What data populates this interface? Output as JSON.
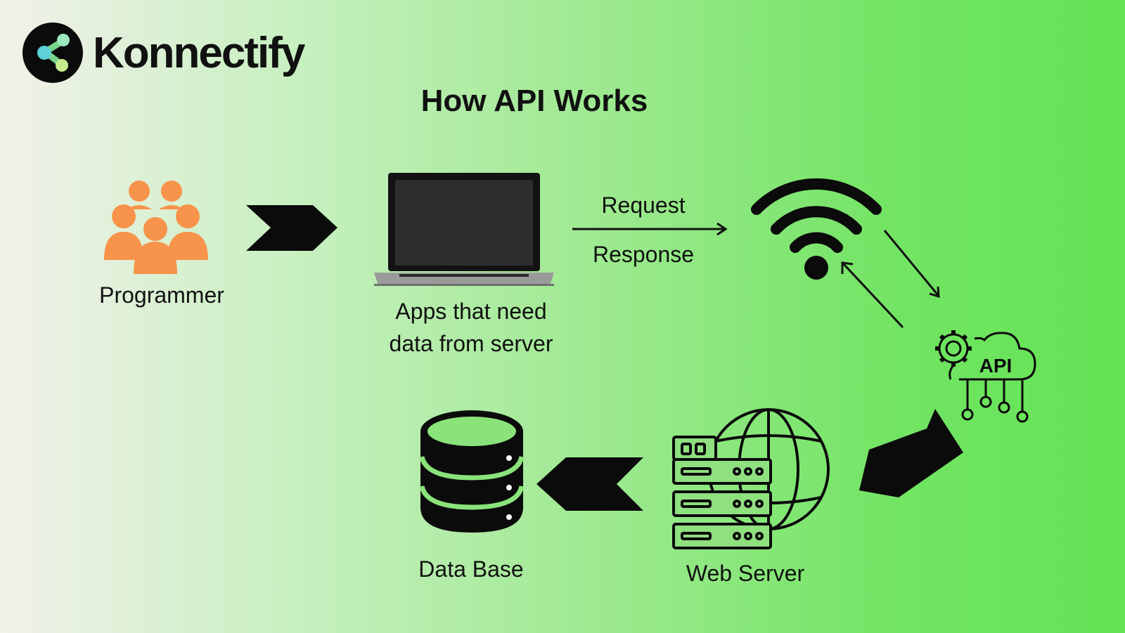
{
  "brand": {
    "name": "Konnectify"
  },
  "title": "How API Works",
  "nodes": {
    "programmer": "Programmer",
    "apps_line1": "Apps that need",
    "apps_line2": "data from server",
    "database": "Data Base",
    "web_server": "Web Server",
    "api_icon_text": "API"
  },
  "edges": {
    "request": "Request",
    "response": "Response"
  },
  "colors": {
    "programmer_icon": "#f7934a",
    "dark": "#111111",
    "gradient_start": "#f2f1ea",
    "gradient_end": "#63e355"
  },
  "icons": [
    "konnectify-logo-icon",
    "programmer-group-icon",
    "laptop-icon",
    "wifi-icon",
    "api-cloud-icon",
    "web-server-icon",
    "database-icon"
  ]
}
